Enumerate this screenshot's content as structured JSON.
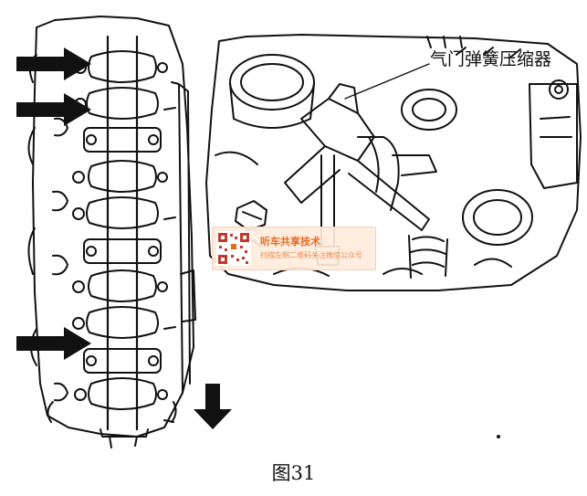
{
  "callout_label": "气门弹簧压缩器",
  "caption": "图31",
  "watermark": {
    "title": "听车共享技术",
    "subtitle": "扫描左侧二维码关注微信公众号"
  },
  "icons": [
    "arrow-right-icon",
    "arrow-down-icon",
    "qr-code-icon"
  ]
}
